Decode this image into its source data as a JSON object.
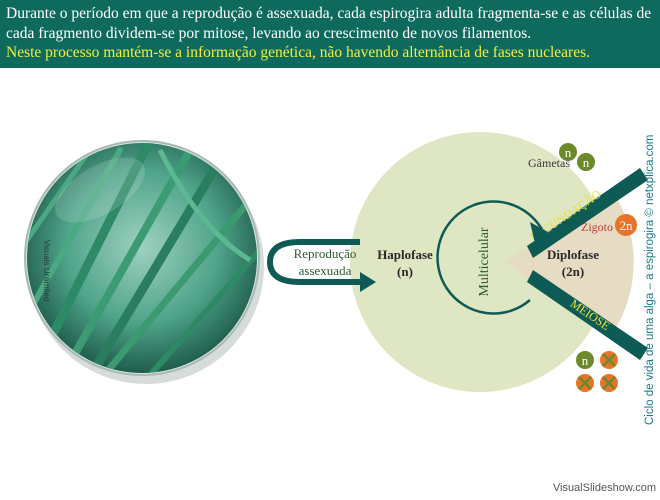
{
  "banner": {
    "line1": "Durante o período em que a reprodução é assexuada, cada espirogira adulta fragmenta-se e as células de cada fragmento dividem-se por mitose, levando ao crescimento de novos filamentos.",
    "line2": "Neste processo mantém-se a informação genética, não havendo alternância de fases nucleares."
  },
  "photo_caption": "Visuals Unlimited",
  "arrow_label": {
    "line1": "Reprodução",
    "line2": "assexuada"
  },
  "haplofase": {
    "title": "Haplofase",
    "ploidy": "(n)"
  },
  "multicelular": "Multicelular",
  "diplofase": {
    "title": "Diplofase",
    "ploidy": "(2n)"
  },
  "gametas": {
    "label": "Gâmetas",
    "badge1": "n",
    "badge2": "n"
  },
  "fecundacao": "FECUNDAÇÃO",
  "zigoto": {
    "label": "Zigoto",
    "badge": "2n"
  },
  "meiose": "MEIOSE",
  "meiosis_products": {
    "surviving": "n"
  },
  "side_title": "Ciclo de vida de uma alga – a espirogira",
  "side_credit": "© netxplica.com",
  "footer": "VisualSlideshow.com",
  "colors": {
    "banner_bg": "#0f6a5e",
    "banner_highlight": "#f2ee3a",
    "haplo_circle": "#dfe6c3",
    "diplo_wedge": "#e6dcc4",
    "band": "#0e5a54",
    "band_text": "#e8e23a",
    "badge_green": "#6b8a2a",
    "badge_orange": "#e8742a",
    "side_text": "#1a7a8a"
  }
}
